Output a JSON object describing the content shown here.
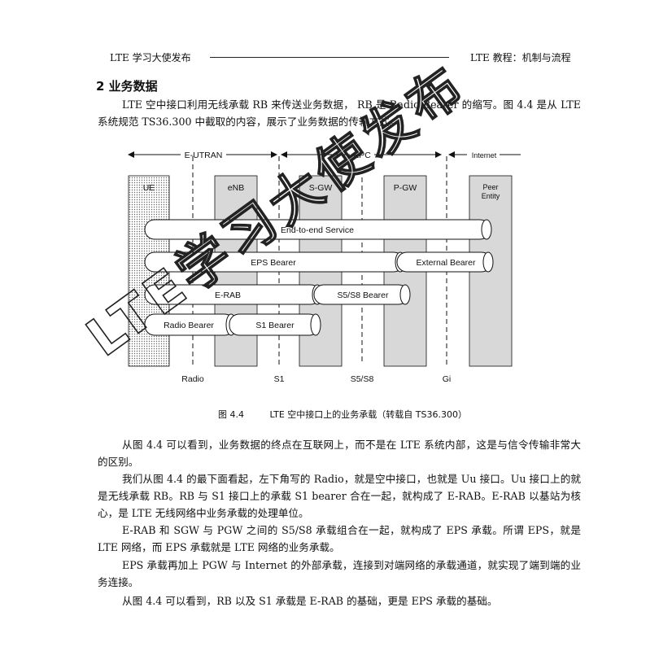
{
  "header": {
    "left": "LTE 学习大使发布",
    "right": "LTE 教程：机制与流程"
  },
  "section": {
    "title": "2 业务数据"
  },
  "intro": [
    "LTE 空中接口利用无线承载 RB 来传送业务数据， RB 是 Radio Bearer 的缩写。图 4.4 是从 LTE 系统规范 TS36.300 中截取的内容，展示了业务数据的传输方式。"
  ],
  "figure": {
    "domains": {
      "eutran": "E-UTRAN",
      "epc": "EPC",
      "internet": "Internet"
    },
    "nodes": {
      "ue": "UE",
      "enb": "eNB",
      "sgw": "S-GW",
      "pgw": "P-GW",
      "peer_line1": "Peer",
      "peer_line2": "Entity"
    },
    "bearers": {
      "e2e": "End-to-end Service",
      "eps": "EPS Bearer",
      "external": "External Bearer",
      "erab": "E-RAB",
      "s5s8": "S5/S8 Bearer",
      "radio": "Radio Bearer",
      "s1": "S1 Bearer"
    },
    "interfaces": {
      "radio": "Radio",
      "s1": "S1",
      "s5s8": "S5/S8",
      "gi": "Gi"
    },
    "caption_num": "图 4.4",
    "caption_text": "LTE 空中接口上的业务承载（转载自 TS36.300）"
  },
  "body": [
    "从图 4.4 可以看到，业务数据的终点在互联网上，而不是在 LTE 系统内部，这是与信令传输非常大的区别。",
    "我们从图 4.4 的最下面看起，左下角写的 Radio，就是空中接口，也就是 Uu 接口。Uu 接口上的就是无线承载 RB。RB 与 S1 接口上的承载 S1 bearer 合在一起，就构成了 E-RAB。E-RAB 以基站为核心，是 LTE 无线网络中业务承载的处理单位。",
    "E-RAB 和 SGW 与 PGW 之间的 S5/S8 承载组合在一起，就构成了 EPS 承载。所谓 EPS，就是 LTE 网络，而 EPS 承载就是 LTE 网络的业务承载。",
    "EPS 承载再加上 PGW 与 Internet 的外部承载，连接到对端网络的承载通道，就实现了端到端的业务连接。",
    "从图 4.4 可以看到，RB 以及 S1 承载是 E-RAB 的基础，更是 EPS 承载的基础。"
  ],
  "watermark": {
    "text": "LTE学习大使发布"
  },
  "colors": {
    "node_fill": "#d8d8d8",
    "ink": "#111111"
  }
}
